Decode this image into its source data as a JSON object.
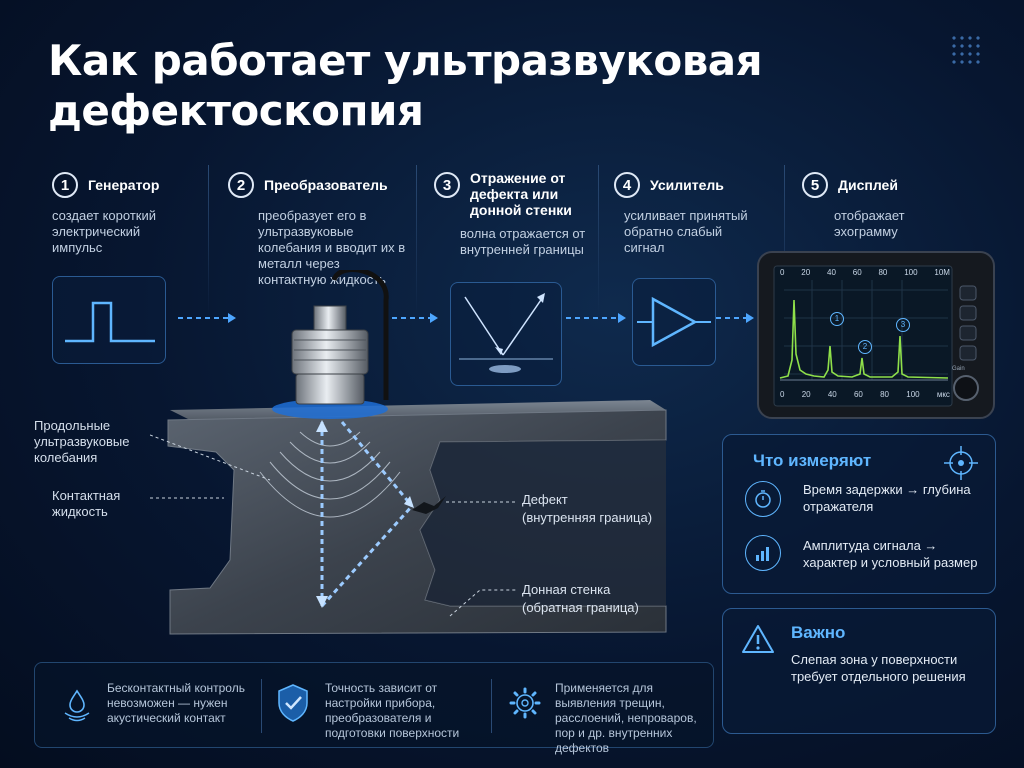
{
  "title": "Как работает ультразвуковая дефектоскопия",
  "steps": [
    {
      "num": "1",
      "title": "Генератор",
      "desc": "создает короткий электрический импульс"
    },
    {
      "num": "2",
      "title": "Преобразователь",
      "desc": "преобразует его в ультразвуковые колебания и вводит их в металл через контактную жидкость"
    },
    {
      "num": "3",
      "title": "Отражение от дефекта или донной стенки",
      "desc": "волна отражается от внутренней границы"
    },
    {
      "num": "4",
      "title": "Усилитель",
      "desc": "усиливает принятый обратно слабый сигнал"
    },
    {
      "num": "5",
      "title": "Дисплей",
      "desc": "отображает эхограмму"
    }
  ],
  "display": {
    "top_ticks": [
      "0",
      "20",
      "40",
      "60",
      "80",
      "100",
      "10M"
    ],
    "bottom_ticks": [
      "0",
      "20",
      "40",
      "60",
      "80",
      "100",
      "мкс"
    ],
    "markers": [
      "1",
      "2",
      "3"
    ],
    "knob_label": "Gain"
  },
  "labels": {
    "longitudinal": "Продольные ультразвуковые колебания",
    "couplant": "Контактная жидкость",
    "defect": "Дефект",
    "defect_sub": "(внутренняя граница)",
    "backwall": "Донная стенка",
    "backwall_sub": "(обратная граница)"
  },
  "measure": {
    "title": "Что измеряют",
    "items": [
      {
        "icon": "stopwatch-icon",
        "text": "Время задержки → глубина отражателя"
      },
      {
        "icon": "bar-chart-icon",
        "text": "Амплитуда сигнала → характер и условный размер"
      }
    ]
  },
  "important": {
    "title": "Важно",
    "text": "Слепая зона у поверхности требует отдельного решения"
  },
  "bottom": [
    {
      "icon": "droplet-icon",
      "text": "Бесконтактный контроль невозможен — нужен акустический контакт"
    },
    {
      "icon": "shield-check-icon",
      "text": "Точность зависит от настройки прибора, преобразователя и подготовки поверхности"
    },
    {
      "icon": "gear-icon",
      "text": "Применяется для выявления трещин, расслоений, непроваров, пор и др. внутренних дефектов"
    }
  ],
  "colors": {
    "accent": "#5fb6ff",
    "signal": "#8fe04a",
    "background": "#071630"
  }
}
